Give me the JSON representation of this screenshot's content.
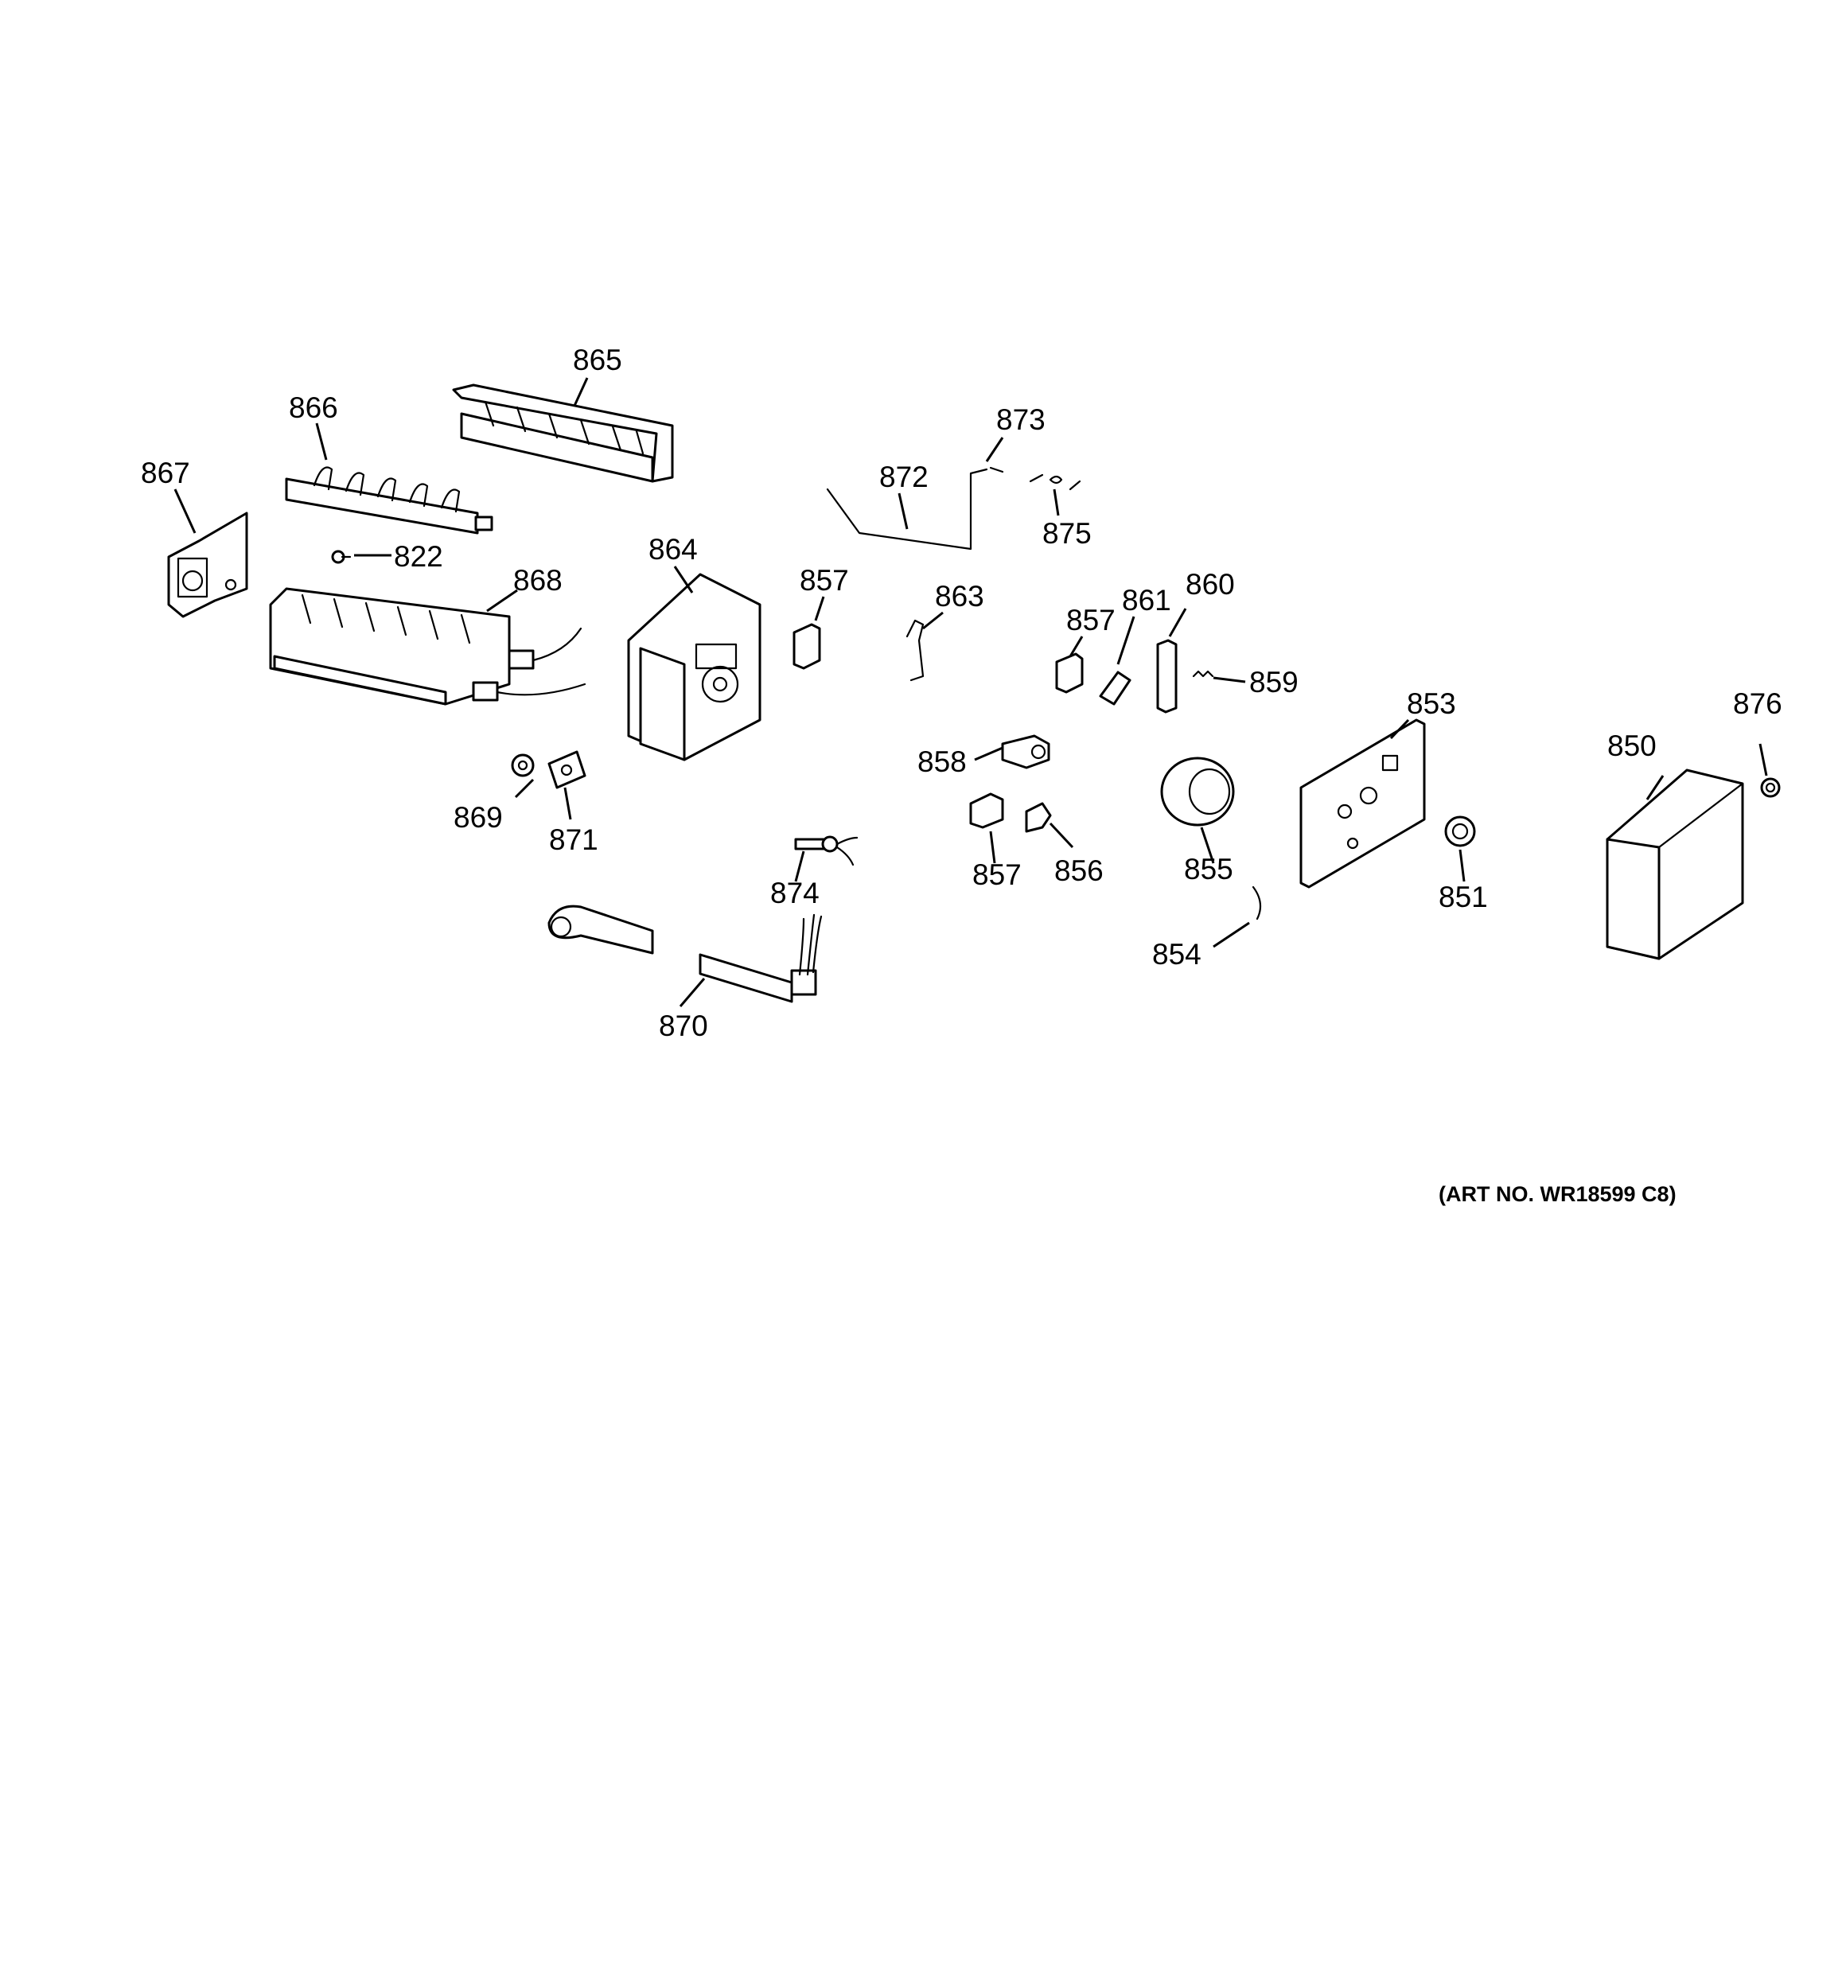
{
  "diagram": {
    "art_number": "(ART NO. WR18599 C8)",
    "callouts": {
      "c822": "822",
      "c850": "850",
      "c851": "851",
      "c853": "853",
      "c854": "854",
      "c855": "855",
      "c856": "856",
      "c857a": "857",
      "c857b": "857",
      "c857c": "857",
      "c858": "858",
      "c859": "859",
      "c860": "860",
      "c861": "861",
      "c863": "863",
      "c864": "864",
      "c865": "865",
      "c866": "866",
      "c867": "867",
      "c868": "868",
      "c869": "869",
      "c870": "870",
      "c871": "871",
      "c872": "872",
      "c873": "873",
      "c874": "874",
      "c875": "875",
      "c876": "876"
    }
  }
}
